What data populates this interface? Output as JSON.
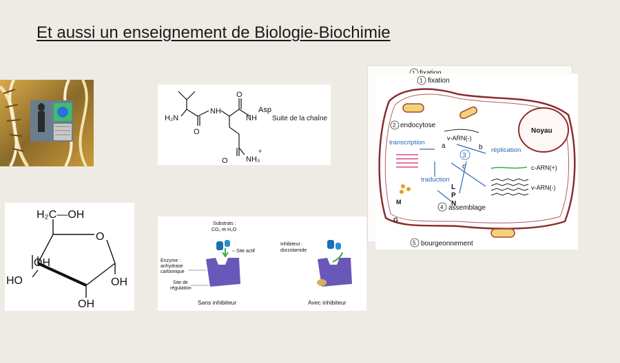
{
  "slide": {
    "title": "Et aussi un enseignement de Biologie-Biochimie"
  },
  "peptide": {
    "h2n": "H₂N",
    "nh": "NH",
    "nh_asp": "NH",
    "asp": "Asp",
    "suite": "Suite de la chaîne",
    "o_top": "O",
    "o_mid": "O",
    "o_bottom": "O",
    "nh3": "NH₃",
    "plus": "+"
  },
  "glucose": {
    "h2c_oh": "H₂C—OH",
    "ring_o": "O",
    "oh_inner": "OH",
    "ho_left": "HO",
    "oh_right": "OH",
    "oh_bottom": "OH"
  },
  "enzyme": {
    "substrats": "Substrats :",
    "co2_h2o": "CO₂ et H₂O",
    "site_actif": "Site actif",
    "enzyme_label": "Enzyme :",
    "anhydrase": "anhydrase",
    "carbonique": "carbonique",
    "site_de": "Site de",
    "regulation": "régulation",
    "sans": "Sans inhibiteur",
    "inhibiteur": "Inhibiteur :",
    "dorzolamide": "dorzolamide",
    "avec": "Avec inhibiteur"
  },
  "virus": {
    "fixation_top": "fixation",
    "fixation": "fixation",
    "endocytose": "endocytose",
    "varn_in": "v-ARN(-)",
    "transcription": "transcription",
    "a": "a",
    "b": "b",
    "replication": "réplication",
    "noyau": "Noyau",
    "three": "3",
    "c": "c",
    "carn": "c-ARN(+)",
    "traduction": "traduction",
    "varn_out": "v-ARN(-)",
    "l": "L",
    "p": "P",
    "n": "N",
    "m": "M",
    "g": "G",
    "assemblage": "assemblage",
    "bourgeonnement": "bourgeonnement",
    "n1": "1",
    "n2": "2",
    "n4": "4",
    "n5": "5"
  }
}
